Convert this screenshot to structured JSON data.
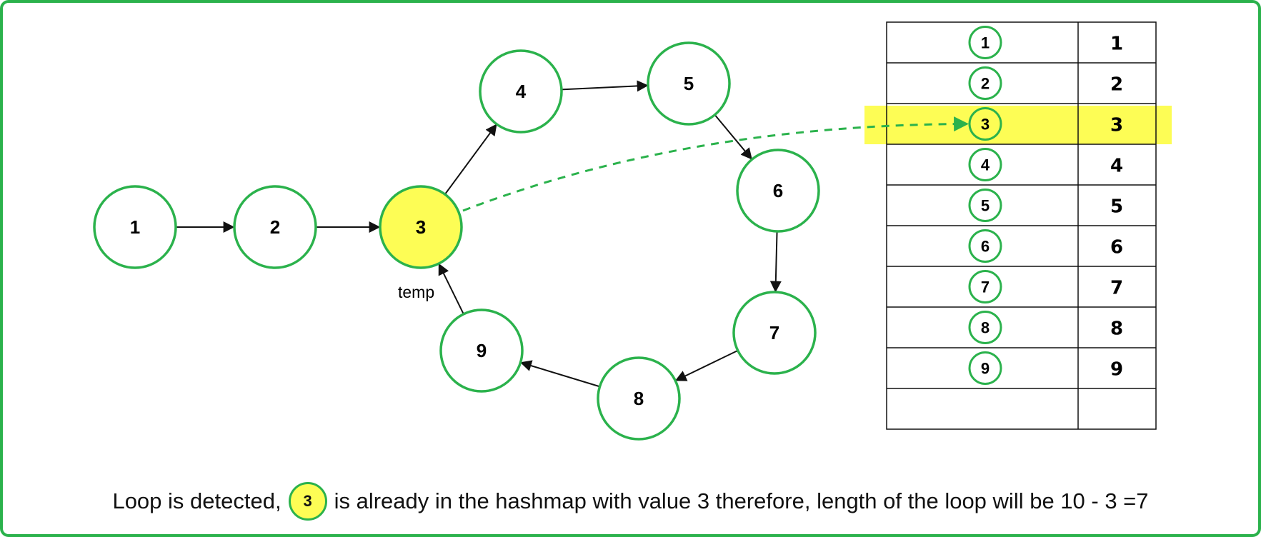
{
  "diagram": {
    "nodes": [
      {
        "id": "1",
        "label": "1",
        "highlight": false
      },
      {
        "id": "2",
        "label": "2",
        "highlight": false
      },
      {
        "id": "3",
        "label": "3",
        "highlight": true
      },
      {
        "id": "4",
        "label": "4",
        "highlight": false
      },
      {
        "id": "5",
        "label": "5",
        "highlight": false
      },
      {
        "id": "6",
        "label": "6",
        "highlight": false
      },
      {
        "id": "7",
        "label": "7",
        "highlight": false
      },
      {
        "id": "8",
        "label": "8",
        "highlight": false
      },
      {
        "id": "9",
        "label": "9",
        "highlight": false
      }
    ],
    "edges": [
      {
        "from": "1",
        "to": "2"
      },
      {
        "from": "2",
        "to": "3"
      },
      {
        "from": "3",
        "to": "4"
      },
      {
        "from": "4",
        "to": "5"
      },
      {
        "from": "5",
        "to": "6"
      },
      {
        "from": "6",
        "to": "7"
      },
      {
        "from": "7",
        "to": "8"
      },
      {
        "from": "8",
        "to": "9"
      },
      {
        "from": "9",
        "to": "3"
      }
    ],
    "temp_label": "temp",
    "hashmap": {
      "rows": [
        {
          "key": "1",
          "value": "1",
          "highlight": false
        },
        {
          "key": "2",
          "value": "2",
          "highlight": false
        },
        {
          "key": "3",
          "value": "3",
          "highlight": true
        },
        {
          "key": "4",
          "value": "4",
          "highlight": false
        },
        {
          "key": "5",
          "value": "5",
          "highlight": false
        },
        {
          "key": "6",
          "value": "6",
          "highlight": false
        },
        {
          "key": "7",
          "value": "7",
          "highlight": false
        },
        {
          "key": "8",
          "value": "8",
          "highlight": false
        },
        {
          "key": "9",
          "value": "9",
          "highlight": false
        },
        {
          "key": "",
          "value": "",
          "highlight": false
        }
      ]
    }
  },
  "caption": {
    "before": "Loop is detected,",
    "badge": "3",
    "after": "is already in the hashmap with value 3 therefore, length of the loop will be 10 - 3 =7"
  },
  "colors": {
    "node_stroke": "#2bb24c",
    "highlight_fill": "#fdfd55",
    "dashed_arrow": "#2bb24c",
    "frame": "#2bb24c"
  }
}
